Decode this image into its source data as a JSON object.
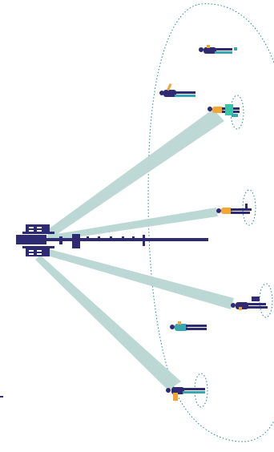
{
  "diagram": {
    "description_visible_text": [],
    "colors": {
      "navy": "#2f2b73",
      "beam": "#b9d6d3",
      "coverage_outline": "#1f8a8a",
      "teal": "#38a6b0",
      "orange": "#f1a533",
      "mint": "#38c6a9"
    },
    "icons": [
      "antenna-icon",
      "beam-icon",
      "coverage-boundary",
      "user-icon"
    ],
    "users": {
      "total": 7,
      "served_by_beam": 4,
      "unserved": 3
    },
    "beams": {
      "count": 4
    }
  }
}
